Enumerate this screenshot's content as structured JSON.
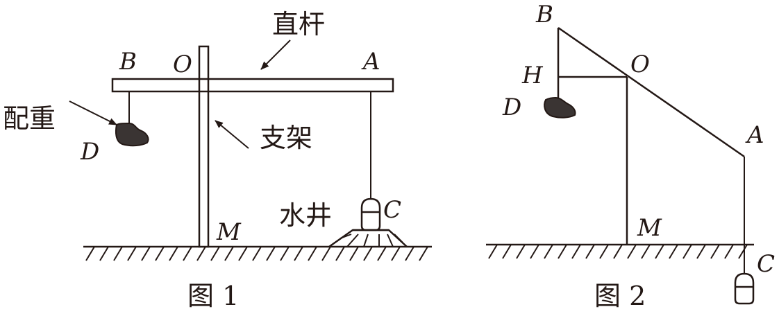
{
  "figure1": {
    "labels": {
      "B": "B",
      "O": "O",
      "A": "A",
      "M": "M",
      "C": "C",
      "D": "D"
    },
    "annotations": {
      "straight_rod": "直杆",
      "counterweight": "配重",
      "support": "支架",
      "well": "水井"
    },
    "caption": "图 1"
  },
  "figure2": {
    "labels": {
      "B": "B",
      "H": "H",
      "O": "O",
      "D": "D",
      "A": "A",
      "M": "M",
      "C": "C"
    },
    "caption": "图 2"
  },
  "colors": {
    "ink": "#231815",
    "weight_fill": "#3a3433",
    "background": "#ffffff"
  }
}
